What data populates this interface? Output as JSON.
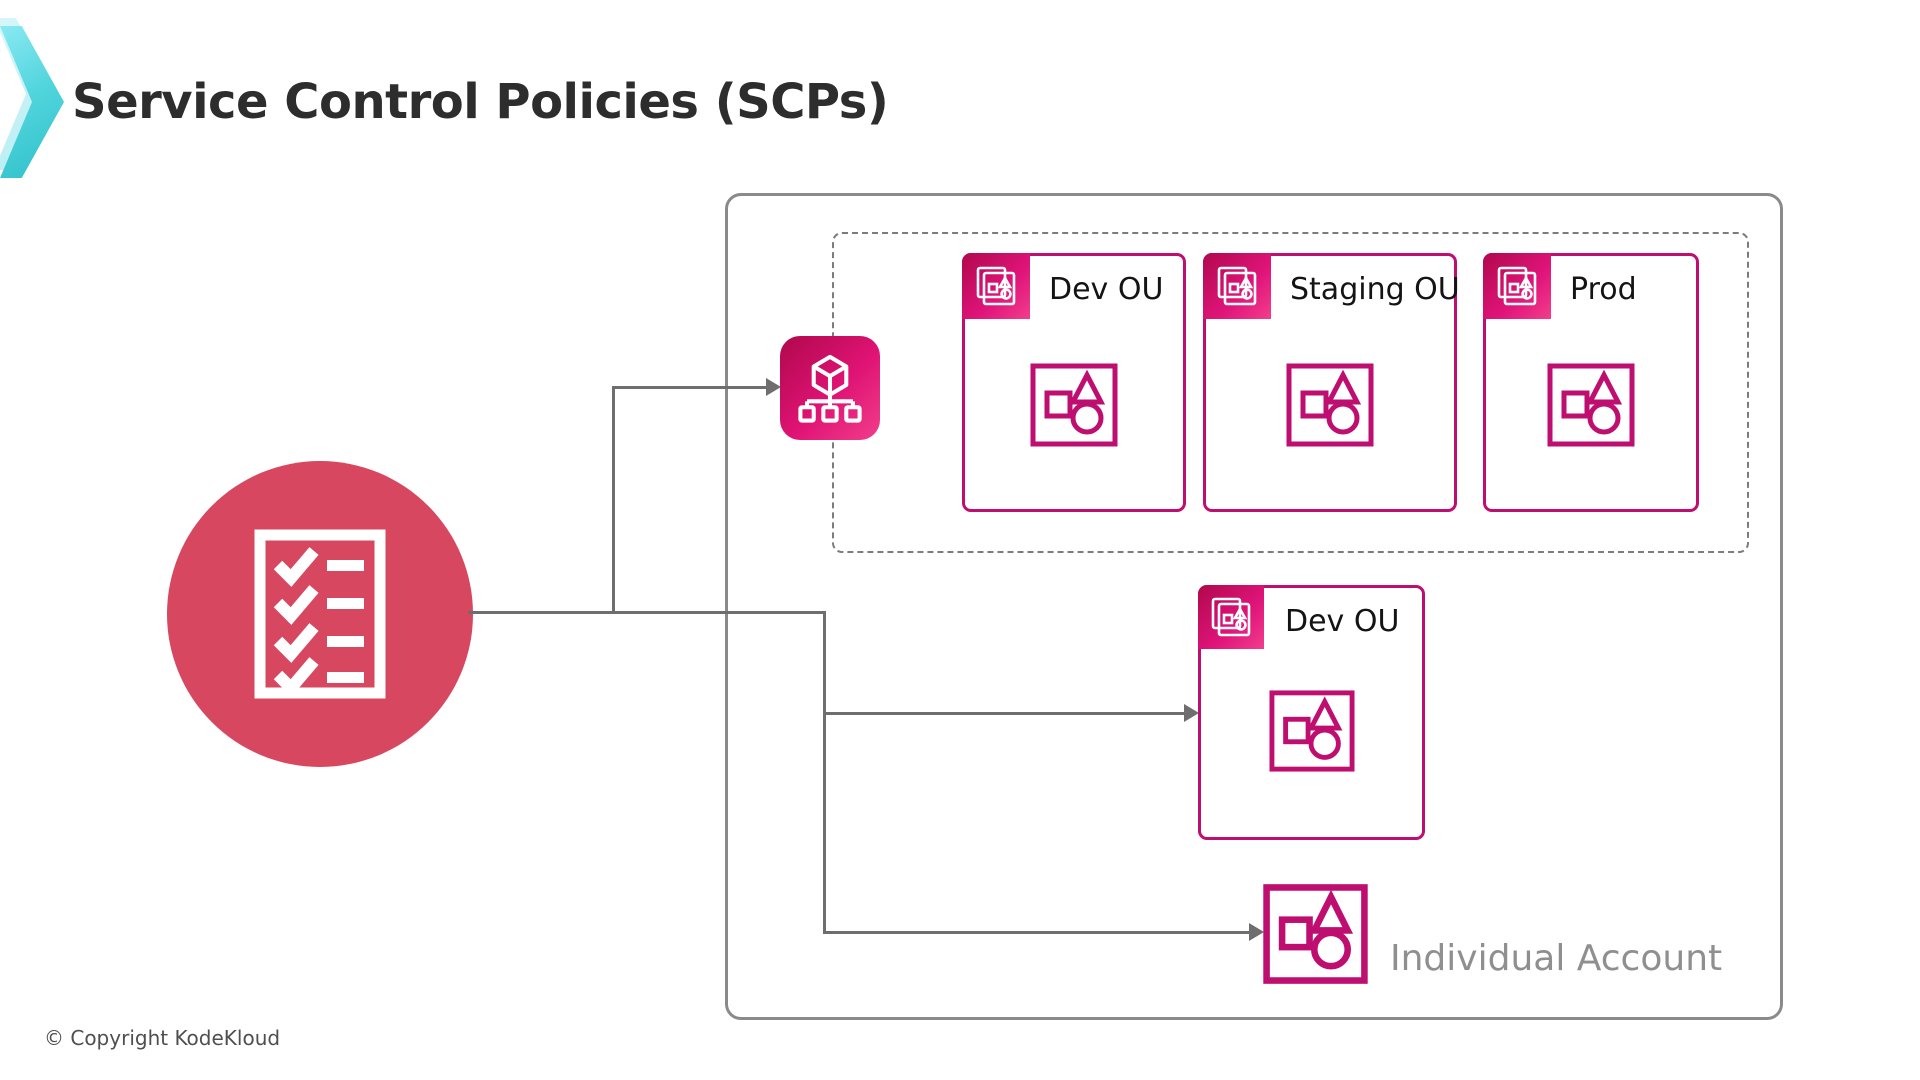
{
  "slide": {
    "title": "Service Control Policies (SCPs)",
    "copyright": "© Copyright KodeKloud"
  },
  "diagram": {
    "ou_boxes": [
      {
        "label": "Dev OU"
      },
      {
        "label": "Staging OU"
      },
      {
        "label": "Prod"
      }
    ],
    "lower_box": {
      "label": "Dev OU"
    },
    "individual_account": {
      "label": "Individual Account"
    },
    "icons": {
      "policy": "checklist-icon",
      "organizations": "aws-organizations-icon",
      "ou_badge": "organizational-unit-pages-icon",
      "resources": "account-resources-icon"
    },
    "colors": {
      "magenta_border": "#be0e6f",
      "badge_gradient_start": "#b0084d",
      "badge_gradient_end": "#f23e8c",
      "policy_circle": "#d74760",
      "connector_gray": "#6e6e6e",
      "container_gray": "#8a8a8a",
      "title_text": "#2d2d2d",
      "muted_text": "#8f8f8f",
      "chevron_teal": "#2fc0c9"
    }
  }
}
